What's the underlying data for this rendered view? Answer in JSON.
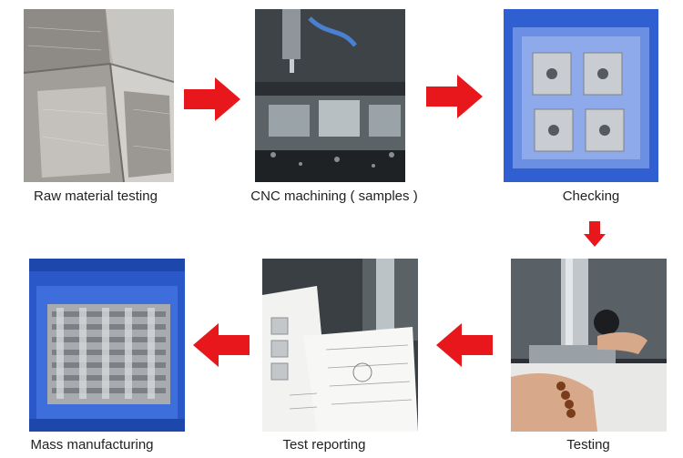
{
  "steps": [
    {
      "label": "Raw material testing"
    },
    {
      "label": "CNC machining ( samples )"
    },
    {
      "label": "Checking"
    },
    {
      "label": "Testing"
    },
    {
      "label": "Test reporting"
    },
    {
      "label": "Mass manufacturing"
    }
  ],
  "arrows": [
    "right-arrow-icon",
    "right-arrow-icon",
    "down-arrow-icon",
    "left-arrow-icon",
    "left-arrow-icon"
  ],
  "colors": {
    "arrow": "#e8171b",
    "background": "#ffffff",
    "text": "#222222"
  }
}
